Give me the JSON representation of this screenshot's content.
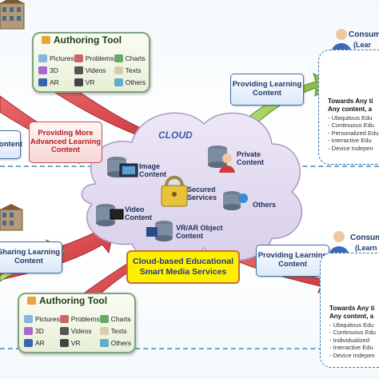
{
  "cloud": {
    "title": "CLOUD"
  },
  "authoring_tool_top": {
    "title": "Authoring Tool",
    "items": [
      "Pictures",
      "Problems",
      "Charts",
      "3D",
      "Videos",
      "Texts",
      "AR",
      "VR",
      "Others"
    ]
  },
  "authoring_tool_bottom": {
    "title": "Authoring Tool",
    "items": [
      "Pictures",
      "Problems",
      "Charts",
      "3D",
      "Videos",
      "Texts",
      "AR",
      "VR",
      "Others"
    ]
  },
  "labels": {
    "providing_advanced": "Providing More Advanced Learning Content",
    "providing_top": "Providing Learning Content",
    "providing_bottom": "Providing Learning Content",
    "sharing": "Sharing Learning Content",
    "content_left": "Content",
    "services": "Cloud-based Educational Smart Media Services"
  },
  "cloud_items": {
    "image": "Image Content",
    "private": "Private Content",
    "secured": "Secured Services",
    "others": "Others",
    "video": "Video Content",
    "vrar": "VR/AR Object Content"
  },
  "consumer_top": {
    "title": "Consum",
    "sub": "(Lear",
    "towards_1": "Towards Any ti",
    "towards_2": "Any content, a",
    "bullets": [
      "- Ubiquitous Edu",
      "- Continuous Edu",
      "- Personalized Edu",
      "- Interactive Edu",
      "- Device Indepen"
    ]
  },
  "consumer_bottom": {
    "title": "Consum",
    "sub": "(Learn",
    "towards_1": "Towards Any ti",
    "towards_2": "Any content, a",
    "bullets": [
      "- Ubiquitous Edu",
      "- Continuous Edu",
      "- Individualized",
      "- Interactive Edu",
      "- Device Indepen"
    ]
  },
  "colors": {
    "arrow_red": "#d9454a",
    "arrow_green": "#8fc24a",
    "cloud_fill": "#e3dcef",
    "services_bg": "#fff000"
  }
}
